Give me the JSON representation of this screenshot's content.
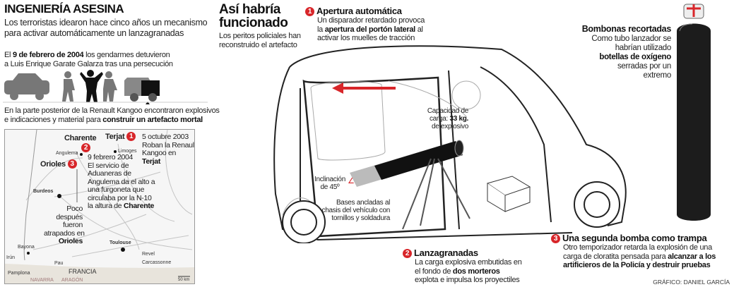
{
  "left": {
    "title": "INGENIERÍA ASESINA",
    "subtitle": [
      "Los terroristas idearon hace cinco años un mecanismo",
      "para activar automáticamente un lanzagranadas"
    ],
    "arrest": {
      "pre": "El ",
      "date": "9 de febrero de 2004",
      "post": " los gendarmes detuvieron",
      "line2": "a Luis Enrique Garate Galarza tras una persecución"
    },
    "found": {
      "line1": "En la parte posterior de la Renault  Kangoo encontraron explosivos",
      "line2pre": "e indicaciones y material para ",
      "line2bold": "construir un artefacto mortal"
    }
  },
  "map": {
    "cities": [
      "Angulema",
      "Limoges",
      "Burdeos",
      "Toulouse",
      "Revel",
      "Carcassonne",
      "Bayona",
      "Irún",
      "Pau",
      "Pamplona"
    ],
    "country": "FRANCIA",
    "regions": [
      "NAVARRA",
      "ARAGÓN"
    ],
    "scale": "50 km",
    "places": [
      {
        "num": "1",
        "name": "Terjat"
      },
      {
        "num": "2",
        "name": "Charente"
      },
      {
        "num": "3",
        "name": "Orioles"
      }
    ],
    "ev1": {
      "date": "5 octubre 2003",
      "l1": "Roban la Renault",
      "l2": "Kangoo en",
      "bold": "Terjat"
    },
    "ev2": {
      "date": "9 febrero 2004",
      "lines": [
        "El servicio de",
        "Aduaneras de",
        "Angulema da el alto a",
        "una furgoneta que",
        "circulaba por la N-10"
      ],
      "pre": "la altura de ",
      "bold": "Charente"
    },
    "ev3": {
      "lines": [
        "Poco",
        "después",
        "fueron",
        "atrapados en"
      ],
      "bold": "Orioles"
    }
  },
  "center": {
    "title": [
      "Así habría",
      "funcionado"
    ],
    "sub": [
      "Los peritos policiales han",
      "reconstruido el artefacto"
    ]
  },
  "step1": {
    "num": "1",
    "title": "Apertura automática",
    "l1": "Un disparador retardado provoca",
    "l2pre": "la ",
    "l2bold": "apertura del portón lateral",
    "l2post": " al",
    "l3": "activar los muelles de tracción"
  },
  "capacity": {
    "l1": "Capacidad de",
    "l2pre": "carga: ",
    "l2bold": "33 kg.",
    "l3": "de explosivo"
  },
  "incline": [
    "Inclinación",
    "de 45º"
  ],
  "bases": [
    "Bases ancladas al",
    "chasis del vehículo con",
    "tornillos y soldadura"
  ],
  "bottles": {
    "title": "Bombonas recortadas",
    "lines": [
      "Como tubo lanzador se",
      "habrían utilizado"
    ],
    "bold": "botellas de oxígeno",
    "rest": [
      "serradas por un",
      "extremo"
    ]
  },
  "step2": {
    "num": "2",
    "title": "Lanzagranadas",
    "l1": "La carga explosiva embutidas en",
    "l2pre": "el fondo de ",
    "l2bold": "dos morteros",
    "l3": "explota e impulsa los proyectiles"
  },
  "step3": {
    "num": "3",
    "title": "Una segunda bomba como trampa",
    "l1": "Otro temporizador retarda la explosión de una",
    "l2pre": "carga de cloratita pensada para ",
    "l2bold": "alcanzar a los",
    "l3": "artificieros de la Policía y destruir pruebas"
  },
  "credit": "GRÁFICO: DANIEL GARCÍA",
  "colors": {
    "accent": "#d8262a"
  }
}
